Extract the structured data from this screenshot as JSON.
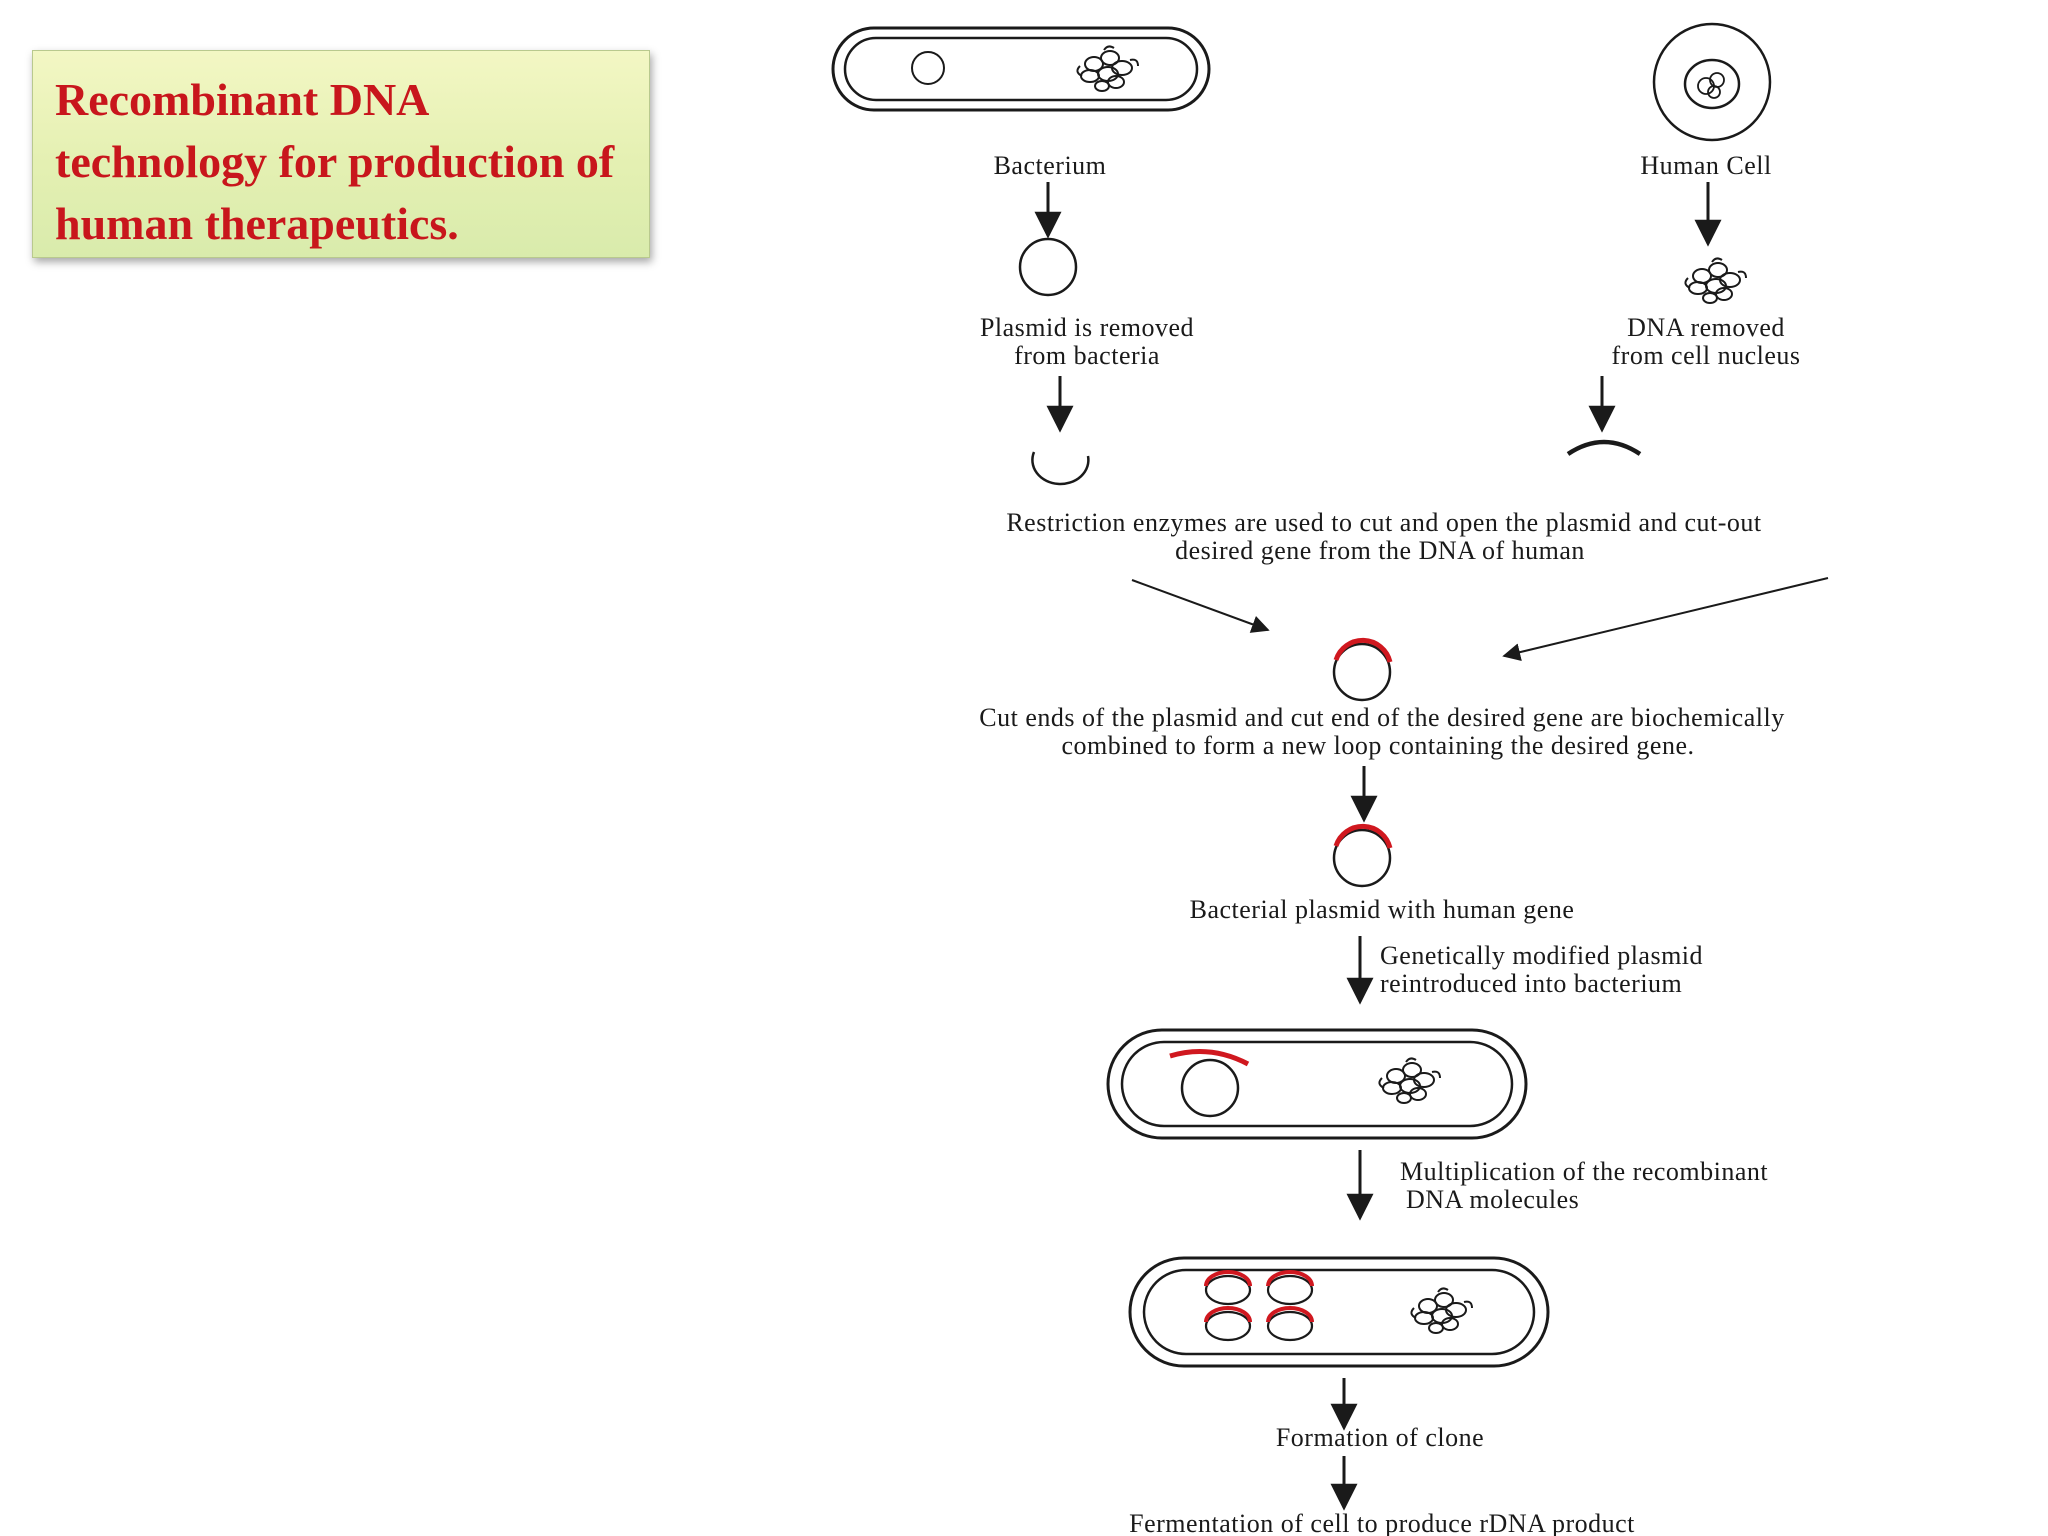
{
  "title": "Recombinant DNA technology for production of human therapeutics.",
  "labels": {
    "bacterium": "Bacterium",
    "human_cell": "Human Cell",
    "plasmid_removed_1": "Plasmid is removed",
    "plasmid_removed_2": "from bacteria",
    "dna_removed_1": "DNA removed",
    "dna_removed_2": "from cell nucleus",
    "restriction_1": "Restriction enzymes are used to cut and open the plasmid and cut-out",
    "restriction_2": "desired gene from the DNA of human",
    "cut_ends_1": "Cut ends of the plasmid and cut end of the desired gene are biochemically",
    "cut_ends_2": "combined to form a new loop containing the desired gene.",
    "bacterial_plasmid": "Bacterial plasmid with human gene",
    "reintroduced_1": "Genetically modified plasmid",
    "reintroduced_2": "reintroduced into bacterium",
    "multiplication_1": "Multiplication of the recombinant",
    "multiplication_2": "DNA molecules",
    "clone": "Formation of clone",
    "fermentation": "Fermentation of cell to produce rDNA product"
  },
  "colors": {
    "title_text": "#c8161c",
    "gene_segment": "#d0181f",
    "ink": "#1a1a1a"
  },
  "icons": [
    "bacterium-cell-icon",
    "human-cell-icon",
    "plasmid-icon",
    "dna-coil-icon",
    "recombinant-plasmid-icon"
  ]
}
